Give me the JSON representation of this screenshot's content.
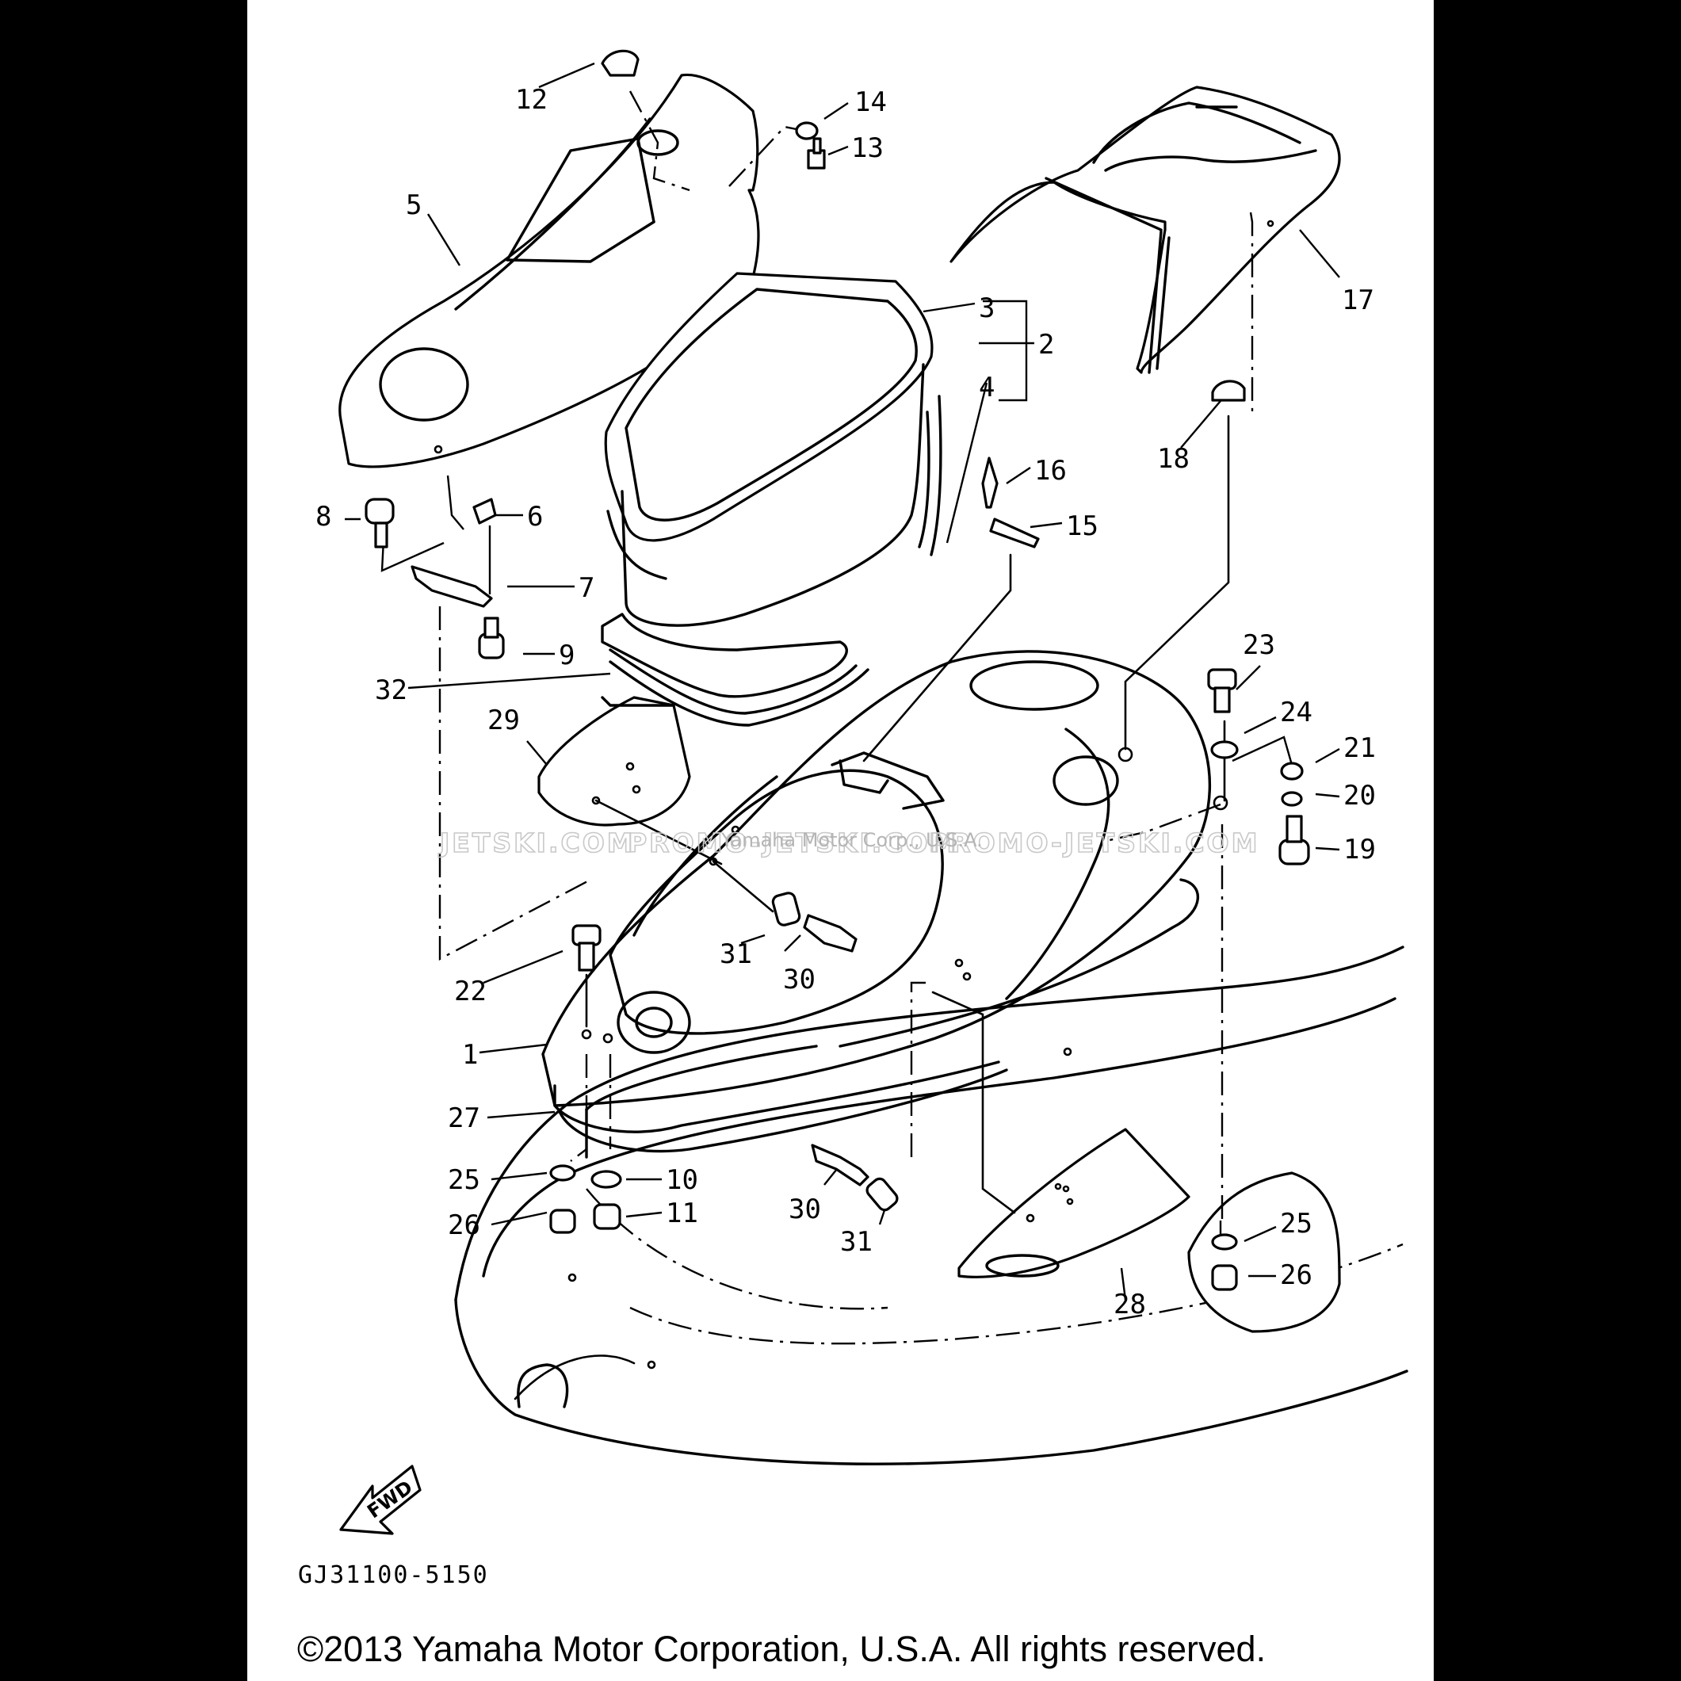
{
  "diagram": {
    "drawing_code": "GJ31100-5150",
    "copyright": "©2013 Yamaha Motor Corporation, U.S.A. All rights reserved.",
    "direction_label": "FWD",
    "watermark_left": "JETSKI.COM",
    "watermark_mid": "PROMO-JETSKI.COM",
    "watermark_right": "PROMO-JETSKI.COM",
    "watermark_center": "Yamaha Motor Corp., U.S.A."
  },
  "callouts": {
    "c1": "1",
    "c2": "2",
    "c3": "3",
    "c4": "4",
    "c5": "5",
    "c6": "6",
    "c7": "7",
    "c8": "8",
    "c9": "9",
    "c10": "10",
    "c11": "11",
    "c12": "12",
    "c13": "13",
    "c14": "14",
    "c15": "15",
    "c16": "16",
    "c17": "17",
    "c18": "18",
    "c19": "19",
    "c20": "20",
    "c21": "21",
    "c22": "22",
    "c23": "23",
    "c24": "24",
    "c25a": "25",
    "c25b": "25",
    "c26a": "26",
    "c26b": "26",
    "c27": "27",
    "c28": "28",
    "c29": "29",
    "c30a": "30",
    "c30b": "30",
    "c31a": "31",
    "c31b": "31",
    "c32": "32"
  }
}
